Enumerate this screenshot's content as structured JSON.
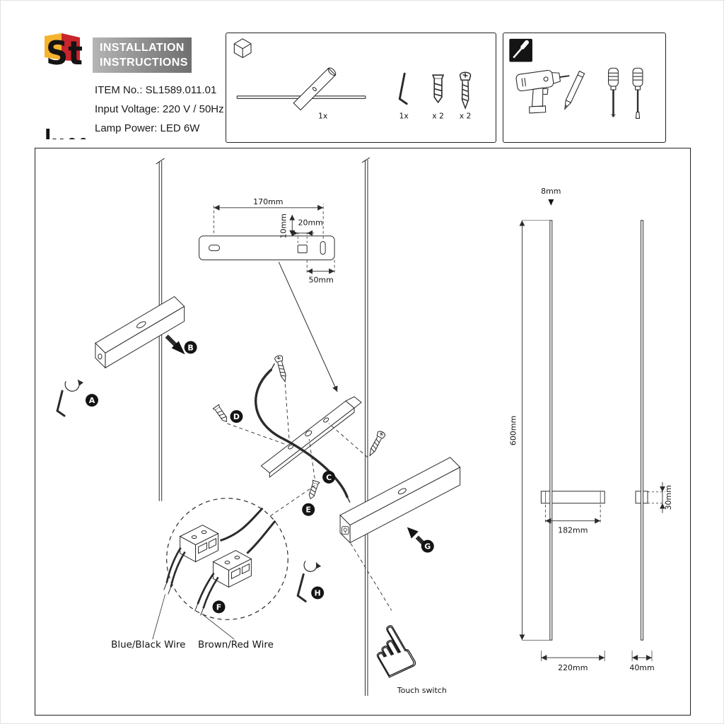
{
  "header": {
    "logo": {
      "line1": "St",
      "line2": "luce"
    },
    "title_line1": "INSTALLATION",
    "title_line2": "INSTRUCTIONS",
    "item_no": "ITEM No.: SL1589.011.01",
    "input_voltage": "Input Voltage: 220 V / 50Hz",
    "lamp_power": "Lamp Power: LED 6W"
  },
  "contents_box": {
    "lamp_qty": "1x",
    "allen_key_qty": "1x",
    "wall_plug_qty": "x 2",
    "screw_qty": "x 2"
  },
  "diagram": {
    "steps": {
      "a": "A",
      "b": "B",
      "c": "C",
      "d": "D",
      "e": "E",
      "f": "F",
      "g": "G",
      "h": "H"
    },
    "bracket_dims": {
      "length": "170mm",
      "height": "10mm",
      "hole_width": "20mm",
      "offset": "50mm"
    },
    "wire_labels": {
      "left": "Blue/Black Wire",
      "right": "Brown/Red Wire"
    },
    "touch_switch_label": "Touch switch",
    "product_dims": {
      "rod_width": "8mm",
      "height": "600mm",
      "bracket_width": "182mm",
      "depth": "30mm",
      "base_width": "220mm",
      "side_width": "40mm"
    },
    "icons": {
      "package": "cube-outline",
      "tools": "screwdriver-on-black",
      "hand": "☝"
    }
  }
}
